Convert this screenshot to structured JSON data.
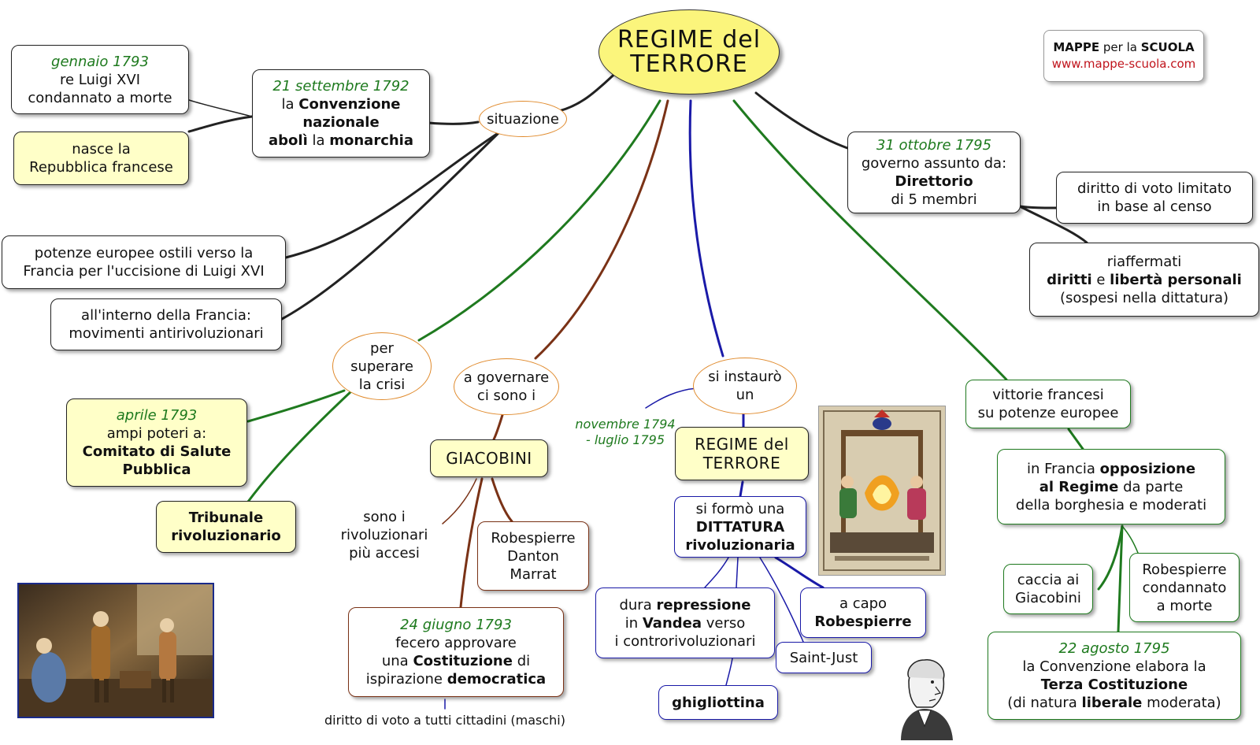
{
  "title": {
    "line1": "REGIME del",
    "line2": "TERRORE"
  },
  "logo": {
    "mappe": "MAPPE",
    "per_la": "per la",
    "scuola": "SCUOLA",
    "url": "www.mappe-scuola.com"
  },
  "situazione": {
    "label": "situazione",
    "gennaio": {
      "date": "gennaio 1793",
      "line1": "re Luigi XVI",
      "line2": "condannato a morte"
    },
    "repubblica": {
      "line1": "nasce la",
      "line2": "Repubblica francese"
    },
    "settembre": {
      "date": "21 settembre 1792",
      "p1": "la ",
      "b1": "Convenzione",
      "b2": "nazionale",
      "b3": "abolì",
      "p2": " la ",
      "b4": "monarchia"
    },
    "potenze": {
      "line1": "potenze europee ostili verso la",
      "line2": "Francia per l'uccisione di Luigi XVI"
    },
    "interno": {
      "line1": "all'interno della Francia:",
      "line2": "movimenti antirivoluzionari"
    }
  },
  "crisi": {
    "label": {
      "line1": "per",
      "line2": "superare",
      "line3": "la crisi"
    },
    "aprile": {
      "date": "aprile 1793",
      "line1": "ampi poteri a:",
      "b1": "Comitato di Salute",
      "b2": "Pubblica"
    },
    "tribunale": {
      "b1": "Tribunale",
      "b2": "rivoluzionario"
    }
  },
  "governare": {
    "label": {
      "line1": "a governare",
      "line2": "ci sono i"
    },
    "giacobini": "GIACOBINI",
    "accesi": {
      "line1": "sono i",
      "line2": "rivoluzionari",
      "line3": "più accesi"
    },
    "nomi": {
      "line1": "Robespierre",
      "line2": "Danton",
      "line3": "Marrat"
    },
    "giugno": {
      "date": "24 giugno 1793",
      "line1": "fecero approvare",
      "p1": "una ",
      "b1": "Costituzione",
      "p2": " di",
      "p3": "ispirazione ",
      "b2": "democratica"
    },
    "voto": "diritto di voto a tutti cittadini (maschi)"
  },
  "instauro": {
    "label": {
      "line1": "si instaurò",
      "line2": "un"
    },
    "period": {
      "line1": "novembre 1794",
      "line2": "- luglio 1795"
    },
    "regime": {
      "line1": "REGIME del",
      "line2": "TERRORE"
    },
    "dittatura": {
      "line1": "si formò una",
      "b1": "DITTATURA",
      "b2": "rivoluzionaria"
    },
    "repressione": {
      "p1": "dura ",
      "b1": "repressione",
      "p2": "in ",
      "b2": "Vandea",
      "p3": " verso",
      "line3": "i controrivoluzionari"
    },
    "capo": {
      "line1": "a capo",
      "b1": "Robespierre"
    },
    "saintjust": "Saint-Just",
    "ghigliottina": "ghigliottina"
  },
  "direttorio": {
    "ottobre": {
      "date": "31 ottobre 1795",
      "line1": "governo assunto da:",
      "b1": "Direttorio",
      "line2": "di 5 membri"
    },
    "voto": {
      "line1": "diritto di voto limitato",
      "line2": "in base al censo"
    },
    "diritti": {
      "line1": "riaffermati",
      "b1": "diritti",
      "p1": " e ",
      "b2": "libertà personali",
      "line3": "(sospesi nella dittatura)"
    }
  },
  "vittorie": {
    "label": {
      "line1": "vittorie francesi",
      "line2": "su potenze europee"
    },
    "opposizione": {
      "p1": "in Francia ",
      "b1": "opposizione",
      "b2": "al Regime",
      "p2": " da parte",
      "line3": "della borghesia e moderati"
    },
    "caccia": {
      "line1": "caccia ai",
      "line2": "Giacobini"
    },
    "condannato": {
      "line1": "Robespierre",
      "line2": "condannato",
      "line3": "a morte"
    },
    "agosto": {
      "date": "22 agosto 1795",
      "line1": "la Convenzione elabora la",
      "b1": "Terza Costituzione",
      "p1": "(di natura ",
      "b2": "liberale",
      "p2": " moderata)"
    }
  },
  "colors": {
    "green_date": "#1e7a1e",
    "title_fill": "#fbf57c",
    "yellow_fill": "#ffffc8",
    "oval_border": "#e08a2c",
    "blue": "#1a1aa8",
    "brown": "#7a3216",
    "green": "#1f7a1f"
  },
  "images": {
    "left_painting": "painting-illustration",
    "guillotine_print": "guillotine-caricature",
    "portrait": "robespierre-portrait"
  }
}
